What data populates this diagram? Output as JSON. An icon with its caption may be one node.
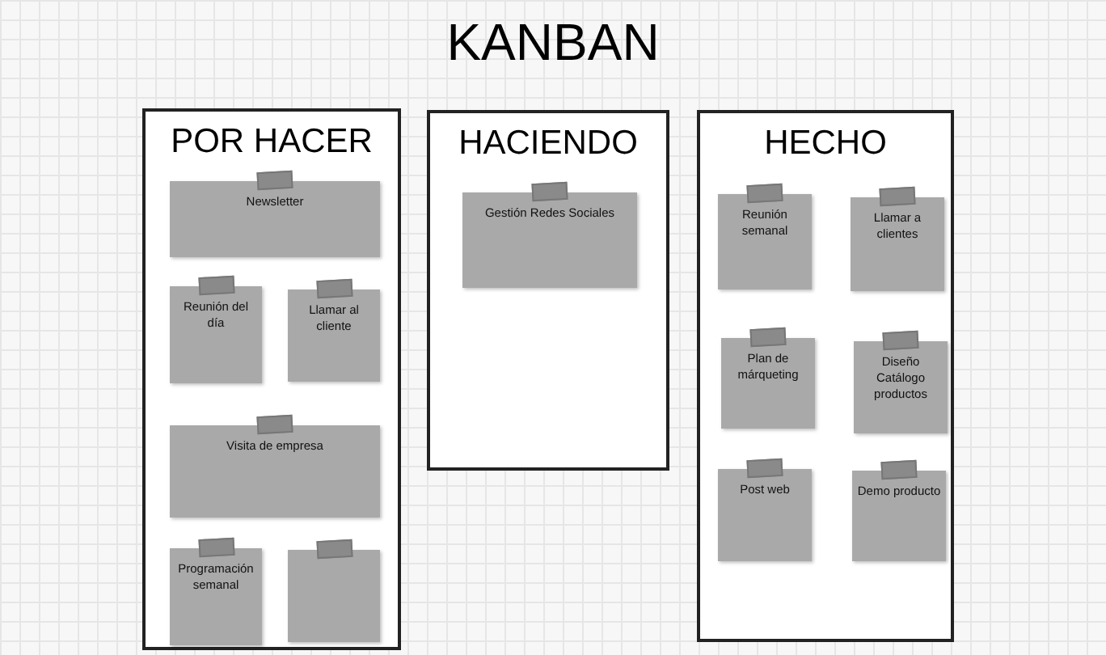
{
  "diagram": {
    "title": "KANBAN",
    "nodes": [
      {
        "text": [
          "POR HACER"
        ]
      },
      {
        "text": [
          "Newsletter"
        ],
        "in": 0
      },
      {
        "text": [
          "Reunión del día"
        ],
        "in": 0
      },
      {
        "text": [
          "Llamar al cliente"
        ],
        "in": 0
      },
      {
        "text": [
          "Visita de empresa"
        ],
        "in": 0
      },
      {
        "text": [
          "Programación semanal"
        ],
        "in": 0
      },
      {
        "text": [],
        "shape": "box",
        "in": 0
      },
      {
        "text": [
          "HACIENDO"
        ]
      },
      {
        "text": [
          "Gestión Redes Sociales"
        ],
        "in": 7
      },
      {
        "text": [
          "HECHO"
        ]
      },
      {
        "text": [
          "Reunión semanal"
        ],
        "in": 9
      },
      {
        "text": [
          "Llamar a clientes"
        ],
        "in": 9
      },
      {
        "text": [
          "Plan de márqueting"
        ],
        "in": 9
      },
      {
        "text": [
          "Diseño Catálogo productos"
        ],
        "in": 9
      },
      {
        "text": [
          "Post web"
        ],
        "in": 9
      },
      {
        "text": [
          "Demo producto"
        ],
        "in": 9
      }
    ]
  }
}
